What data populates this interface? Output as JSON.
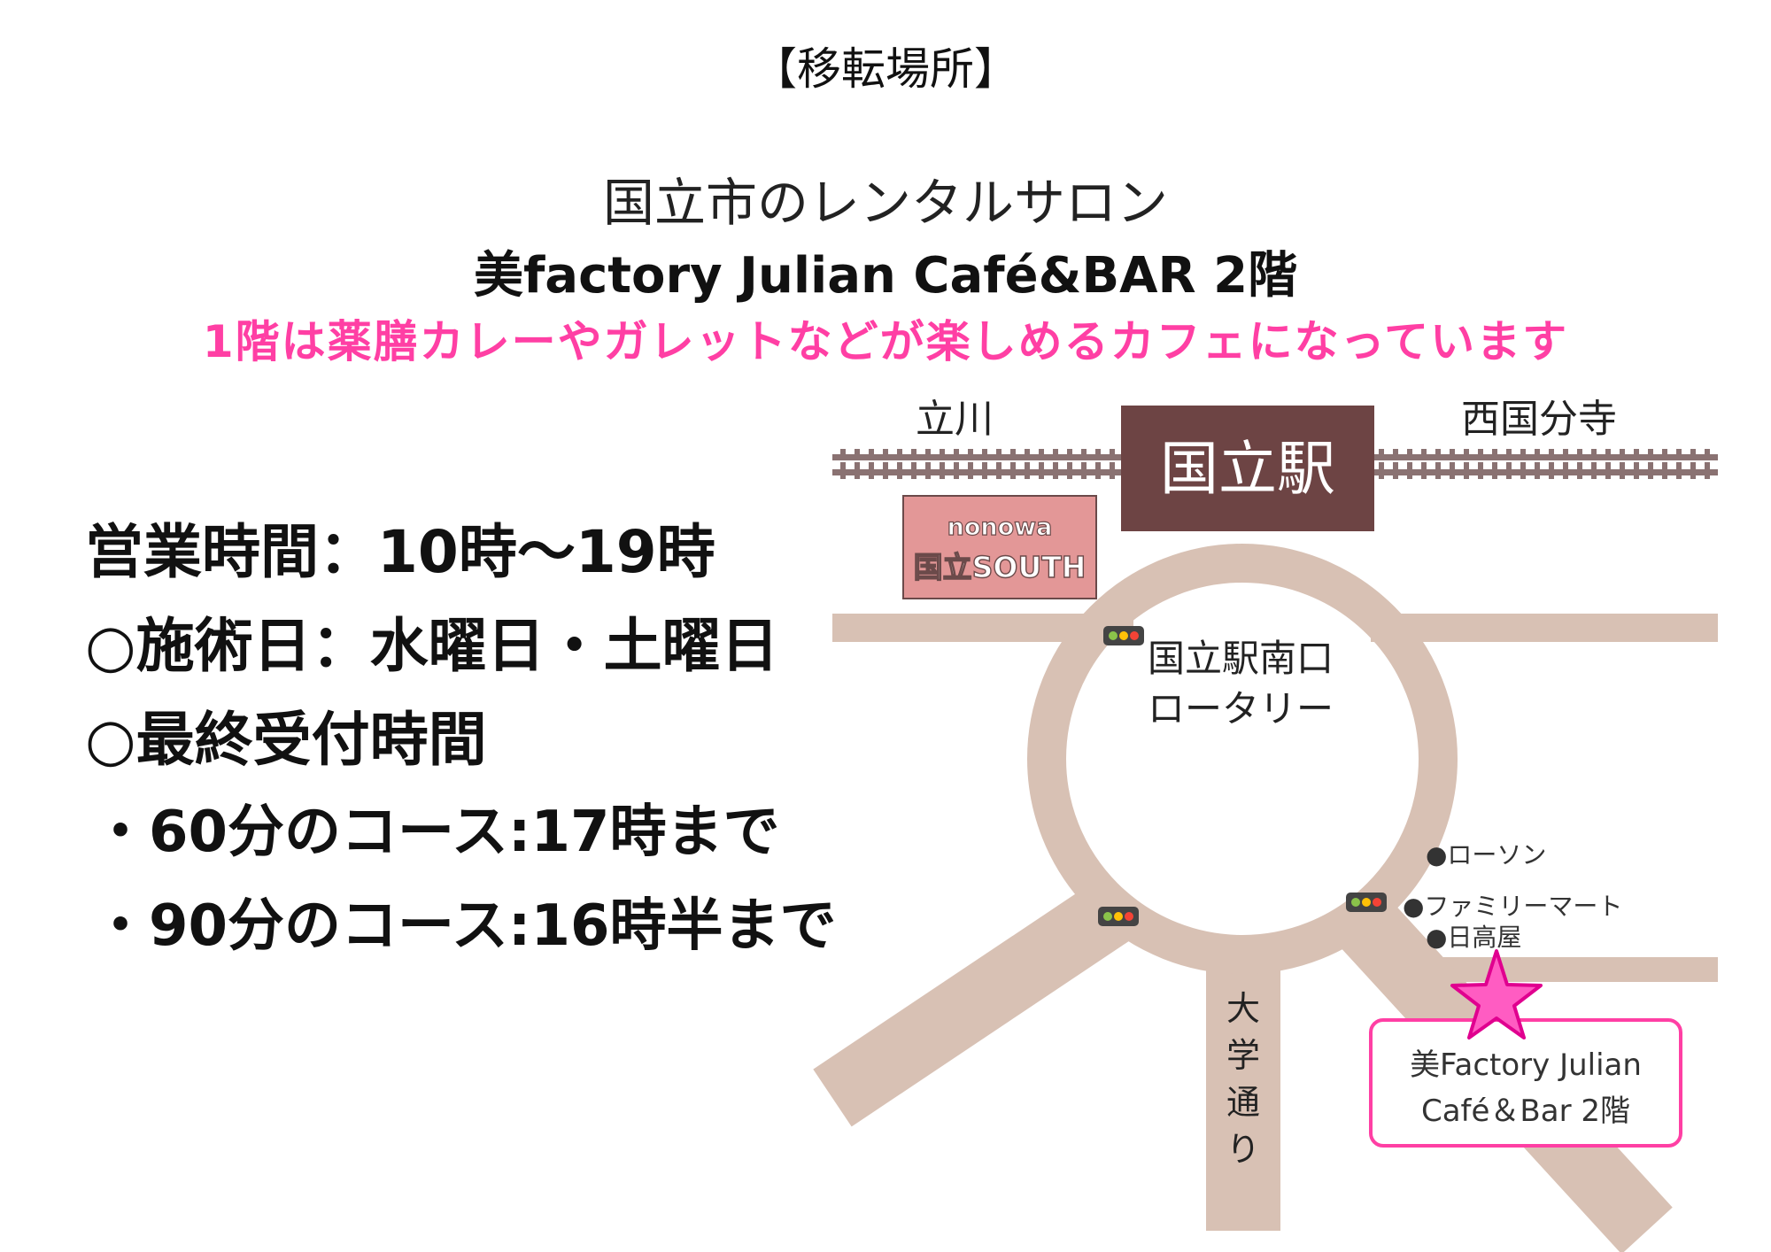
{
  "heading": "【移転場所】",
  "venue": {
    "intro": "国立市のレンタルサロン",
    "name": "美factory Julian Café&BAR 2階",
    "note": "1階は薬膳カレーやガレットなどが楽しめるカフェになっています"
  },
  "info": {
    "hours": "営業時間：10時〜19時",
    "days": "○施術日：水曜日・土曜日",
    "last_entry_title": "○最終受付時間",
    "course_60": "・60分のコース:17時まで",
    "course_90": "・90分のコース:16時半まで"
  },
  "map": {
    "line_west": "立川",
    "line_east": "西国分寺",
    "station": "国立駅",
    "mall_line1": "nonowa",
    "mall_line2": "国立SOUTH",
    "rotary_line1": "国立駅南口",
    "rotary_line2": "ロータリー",
    "road_chars": [
      "大",
      "学",
      "通",
      "り"
    ],
    "stores": [
      "●ローソン",
      "●ファミリーマート",
      "●日高屋"
    ],
    "destination_line1": "美Factory Julian",
    "destination_line2": "Café＆Bar 2階"
  },
  "colors": {
    "road": "#d8c1b4",
    "station": "#6d4444",
    "mall": "#e39797",
    "accent": "#ff3fa4",
    "star": "#ff5cc2"
  }
}
